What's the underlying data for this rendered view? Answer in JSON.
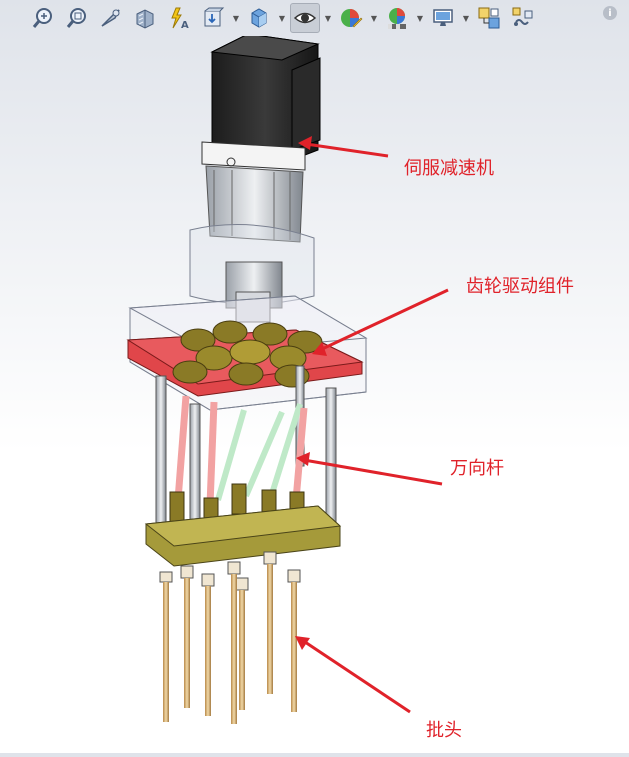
{
  "toolbar": {
    "tools": [
      {
        "name": "zoom-to-fit-icon"
      },
      {
        "name": "zoom-to-area-icon"
      },
      {
        "name": "previous-view-icon"
      },
      {
        "name": "section-view-icon"
      },
      {
        "name": "dynamic-annotation-icon"
      },
      {
        "name": "view-orientation-icon"
      },
      {
        "name": "display-style-icon"
      },
      {
        "name": "hide-show-items-icon"
      },
      {
        "name": "edit-appearance-icon"
      },
      {
        "name": "apply-scene-icon"
      },
      {
        "name": "view-settings-icon"
      },
      {
        "name": "assembly-tree-icon"
      },
      {
        "name": "linkage-icon"
      }
    ],
    "info_glyph": "i"
  },
  "annotations": {
    "servo": "伺服减速机",
    "gear": "齿轮驱动组件",
    "ujoint": "万向杆",
    "bit": "批头"
  },
  "colors": {
    "annotation": "#e0222a",
    "motor": "#2b2b2b",
    "plate_red": "#e0464a",
    "plate_olive": "#a59a3a",
    "gear": "#9a8a2c",
    "rod_red": "#f2a2a2",
    "rod_green": "#bfe9c8",
    "bit": "#d8b47a"
  }
}
